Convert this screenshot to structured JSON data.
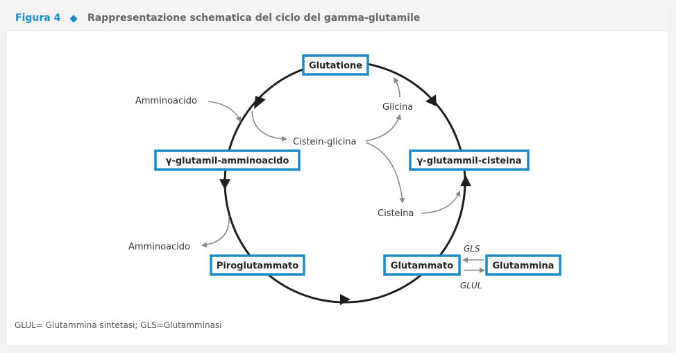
{
  "header": {
    "figure_label": "Figura 4",
    "title": "Rappresentazione schematica del ciclo del gamma-glutamile",
    "accent_color": "#1a8ac8"
  },
  "nodes": {
    "glutatione": "Glutatione",
    "gamma_glutammil_cisteina": "γ-glutammil-cisteina",
    "gamma_glutamil_amminoacido": "γ-glutamil-amminoacido",
    "piroglutammato": "Piroglutammato",
    "glutammato": "Glutammato",
    "glutammina": "Glutammina"
  },
  "labels": {
    "amminoacido_in": "Amminoacido",
    "amminoacido_out": "Amminoacido",
    "cistein_glicina": "Cistein-glicina",
    "glicina": "Glicina",
    "cisteina": "Cisteina"
  },
  "enzymes": {
    "gls": "GLS",
    "glul": "GLUL"
  },
  "footnote": "GLUL= Glutammina sintetasi; GLS=Glutamminasi"
}
